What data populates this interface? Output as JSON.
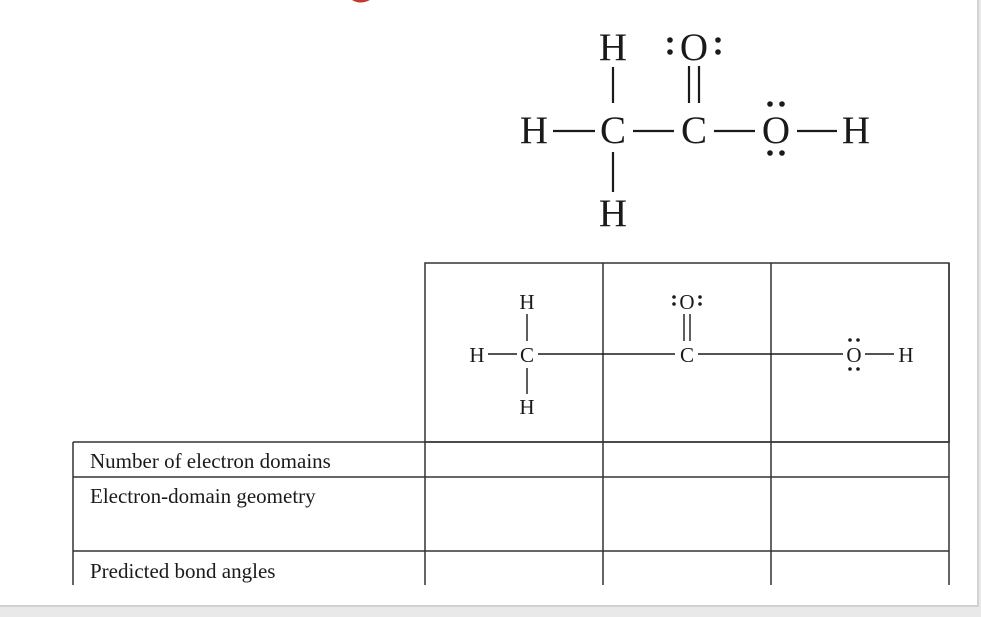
{
  "accent_color": "#c0392b",
  "main_structure": {
    "atoms": {
      "methyl_h_top": "H",
      "methyl_h_left": "H",
      "methyl_c": "C",
      "methyl_h_bottom": "H",
      "carbonyl_c": "C",
      "carbonyl_o": "O",
      "hydroxyl_o": "O",
      "hydroxyl_h": "H"
    }
  },
  "table": {
    "header": {
      "col1": {
        "h_top": "H",
        "h_left": "H",
        "c": "C",
        "h_bottom": "H"
      },
      "col2": {
        "o": "O",
        "c": "C"
      },
      "col3": {
        "o": "O",
        "h": "H"
      }
    },
    "rows": [
      {
        "label": "Number of electron domains",
        "cells": [
          "",
          "",
          ""
        ]
      },
      {
        "label": "Electron-domain geometry",
        "cells": [
          "",
          "",
          ""
        ]
      },
      {
        "label": "Predicted bond angles",
        "cells": [
          "",
          "",
          ""
        ]
      }
    ]
  }
}
